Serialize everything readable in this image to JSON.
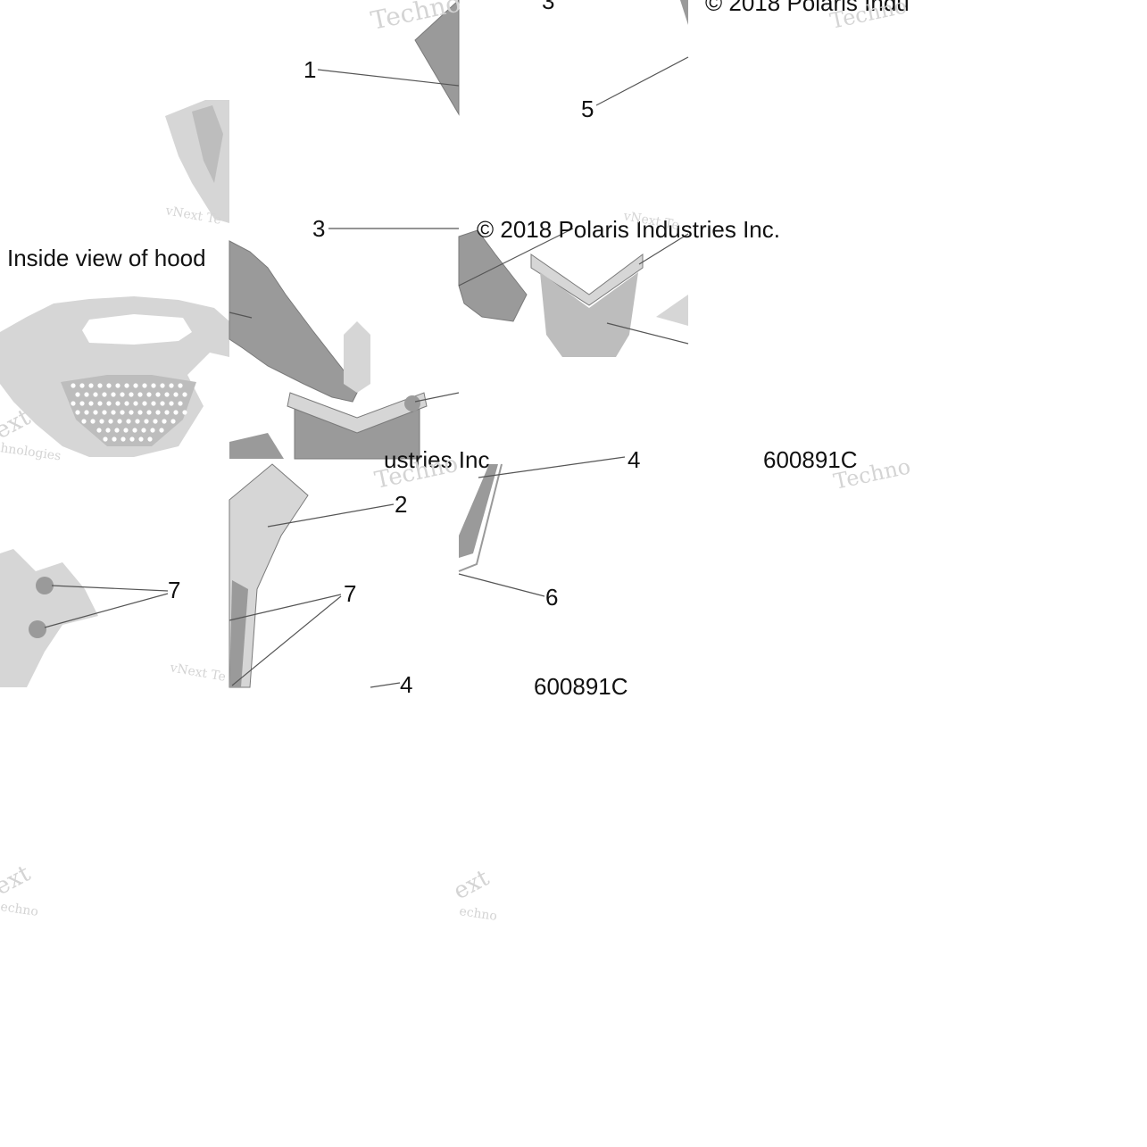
{
  "diagram": {
    "caption_inside_view": "Inside view of hood",
    "copyright_lines": [
      "© 2018 Polaris Indu",
      "© 2018 Polaris Industries Inc.",
      "ustries Inc."
    ],
    "part_numbers": [
      "600891C",
      "600891C"
    ],
    "callouts": {
      "c1": "1",
      "c2": "2",
      "c3a": "3",
      "c3b": "3",
      "c4a": "4",
      "c4b": "4",
      "c5": "5",
      "c6": "6",
      "c7a": "7",
      "c7b": "7"
    },
    "watermarks": [
      "Techno",
      "Techno",
      "vNext Te",
      "vNext Te",
      "ext",
      "hnologies",
      "Techno",
      "Techno",
      "vNext Te",
      "ext",
      "echno",
      "ext",
      "echno"
    ]
  }
}
